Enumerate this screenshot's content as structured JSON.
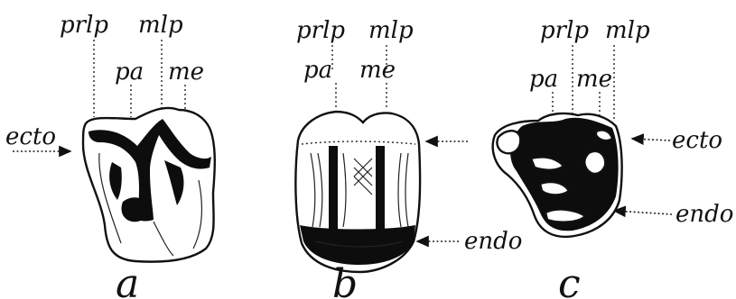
{
  "panels": [
    {
      "id": "a",
      "caption": "a",
      "top_labels": [
        "prlp",
        "mlp"
      ],
      "mid_labels": [
        "pa",
        "me"
      ],
      "side_labels": [
        "ecto"
      ]
    },
    {
      "id": "b",
      "caption": "b",
      "top_labels": [
        "prlp",
        "mlp"
      ],
      "mid_labels": [
        "pa",
        "me"
      ],
      "side_labels": [
        "endo"
      ]
    },
    {
      "id": "c",
      "caption": "c",
      "top_labels": [
        "prlp",
        "mlp"
      ],
      "mid_labels": [
        "pa",
        "me"
      ],
      "side_labels": [
        "ecto",
        "endo"
      ]
    }
  ]
}
